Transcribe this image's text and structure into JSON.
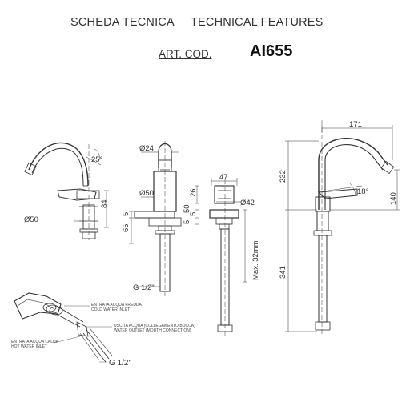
{
  "header": {
    "scheda": "SCHEDA TECNICA",
    "technical": "TECHNICAL FEATURES",
    "art_cod_label": "ART. COD.",
    "code": "AI655"
  },
  "dims": {
    "d50_left": "Ø50",
    "h84": "84",
    "a25": "25°",
    "d24": "Ø24",
    "d50_mid": "Ø50",
    "n5a": "5",
    "n65": "65",
    "g12_mid": "G 1/2\"",
    "w47": "47",
    "h26": "26",
    "n50": "50",
    "n5b": "5",
    "n5c": "5",
    "d42": "Ø42",
    "max32": "Max. 32mm",
    "w171": "171",
    "h232": "232",
    "a18": "18°",
    "h140": "140",
    "h341": "341"
  },
  "callouts": {
    "cold_it": "ENTRATA ACQUA FREDDA",
    "cold_en": "COLD WATER INLET",
    "outlet_it": "USCITA ACQUA (COLLEGAMENTO BOCCA)",
    "outlet_en": "WATER OUTLET (MOUTH CONNECTION)",
    "hot_it": "ENTRATA ACQUA CALDA",
    "hot_en": "HOT WATER INLET",
    "g12": "G 1/2\""
  }
}
